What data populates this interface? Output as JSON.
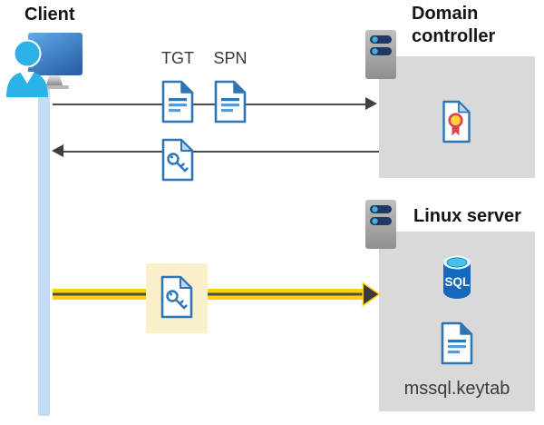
{
  "client": {
    "label": "Client"
  },
  "tickets": {
    "tgt": "TGT",
    "spn": "SPN"
  },
  "domain_controller": {
    "label": "Domain controller"
  },
  "linux_server": {
    "label": "Linux server",
    "sql_label": "SQL",
    "keytab_label": "mssql.keytab"
  },
  "icons": {
    "client": "client-computer-with-user-icon",
    "servers": "server-icon",
    "tgt": "document-icon",
    "spn": "document-icon",
    "service_ticket": "key-document-icon",
    "certificate": "certificate-document-icon",
    "database": "sql-database-cylinder-icon",
    "keytab": "document-icon"
  },
  "colors": {
    "doc_blue": "#2e75b6",
    "doc_blue_light": "#5b9bd5",
    "fold_light_blue": "#bdd7ee",
    "lifeline_blue": "#c5dcf8",
    "person_cyan": "#2bb3e8",
    "box_gray": "#d9d9d9",
    "arrow_gray": "#4d4d4d",
    "highlight_yellow": "#ffd103",
    "highlight_box_cream": "#faf1cb",
    "server_slot_navy": "#1f3864",
    "server_led_blue": "#41aedd",
    "sql_body_blue": "#1468be",
    "sql_top_cyan": "#45c2ea",
    "cert_seal_yellow": "#ffd23b",
    "cert_ribbon_red": "#d64550"
  }
}
